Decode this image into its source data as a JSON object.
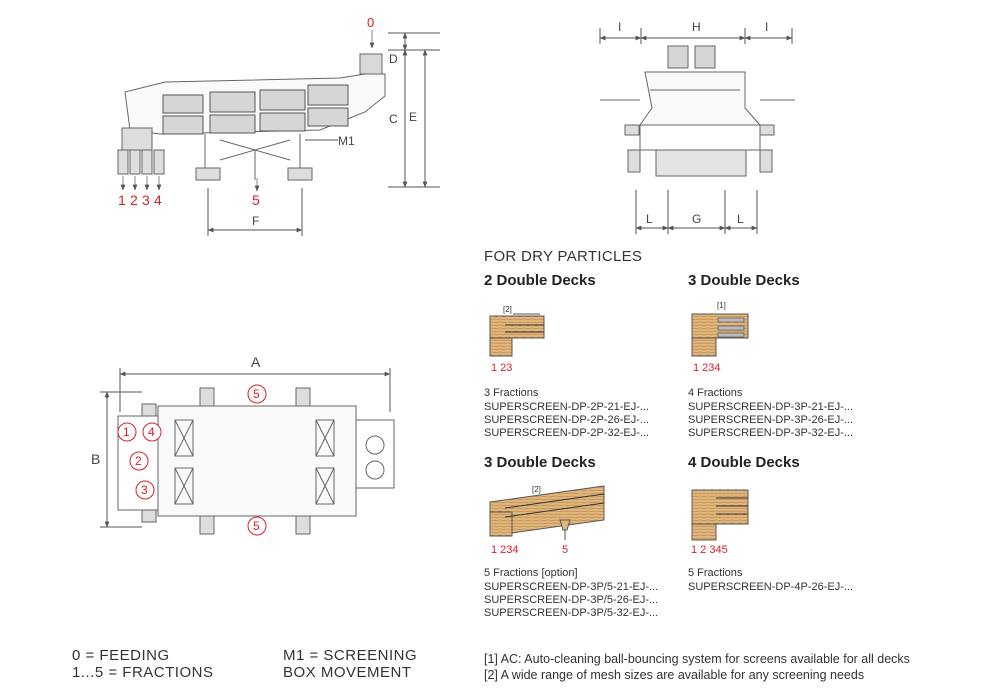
{
  "side_view": {
    "labels": {
      "feed": "0",
      "C": "C",
      "D": "D",
      "E": "E",
      "F": "F",
      "M1": "M1",
      "fractions": [
        "1",
        "2",
        "3",
        "4"
      ],
      "f5": "5"
    }
  },
  "end_view": {
    "labels": {
      "I_left": "I",
      "H": "H",
      "I_right": "I",
      "L_left": "L",
      "G": "G",
      "L_right": "L"
    }
  },
  "plan_view": {
    "labels": {
      "A": "A",
      "B": "B",
      "circles": [
        "1",
        "2",
        "3",
        "4",
        "5",
        "5"
      ]
    }
  },
  "section_title": "FOR DRY PARTICLES",
  "configs": [
    {
      "heading": "2 Double Decks",
      "tag": "[2]",
      "fraction_marks": "1 23",
      "fractions_label": "3 Fractions",
      "codes": [
        "SUPERSCREEN-DP-2P-21-EJ-...",
        "SUPERSCREEN-DP-2P-26-EJ-...",
        "SUPERSCREEN-DP-2P-32-EJ-..."
      ]
    },
    {
      "heading": "3 Double Decks",
      "tag": "[1]",
      "fraction_marks": "1 234",
      "fractions_label": "4 Fractions",
      "codes": [
        "SUPERSCREEN-DP-3P-21-EJ-...",
        "SUPERSCREEN-DP-3P-26-EJ-...",
        "SUPERSCREEN-DP-3P-32-EJ-..."
      ]
    },
    {
      "heading": "3 Double Decks",
      "tag": "[2]",
      "fraction_marks": "1 234",
      "extra_mark": "5",
      "fractions_label": "5 Fractions [option]",
      "codes": [
        "SUPERSCREEN-DP-3P/5-21-EJ-...",
        "SUPERSCREEN-DP-3P/5-26-EJ-...",
        "SUPERSCREEN-DP-3P/5-32-EJ-..."
      ]
    },
    {
      "heading": "4 Double Decks",
      "fraction_marks": "1 2 345",
      "fractions_label": "5 Fractions",
      "codes": [
        "SUPERSCREEN-DP-4P-26-EJ-..."
      ]
    }
  ],
  "legend": {
    "feeding": "0 = FEEDING",
    "fractions": "1...5 = FRACTIONS",
    "m1_line1": "M1 = SCREENING",
    "m1_line2": "BOX MOVEMENT"
  },
  "notes": [
    "[1] AC: Auto-cleaning ball-bouncing system for screens available for all decks",
    "[2] A wide range of mesh sizes are available for any screening needs"
  ]
}
